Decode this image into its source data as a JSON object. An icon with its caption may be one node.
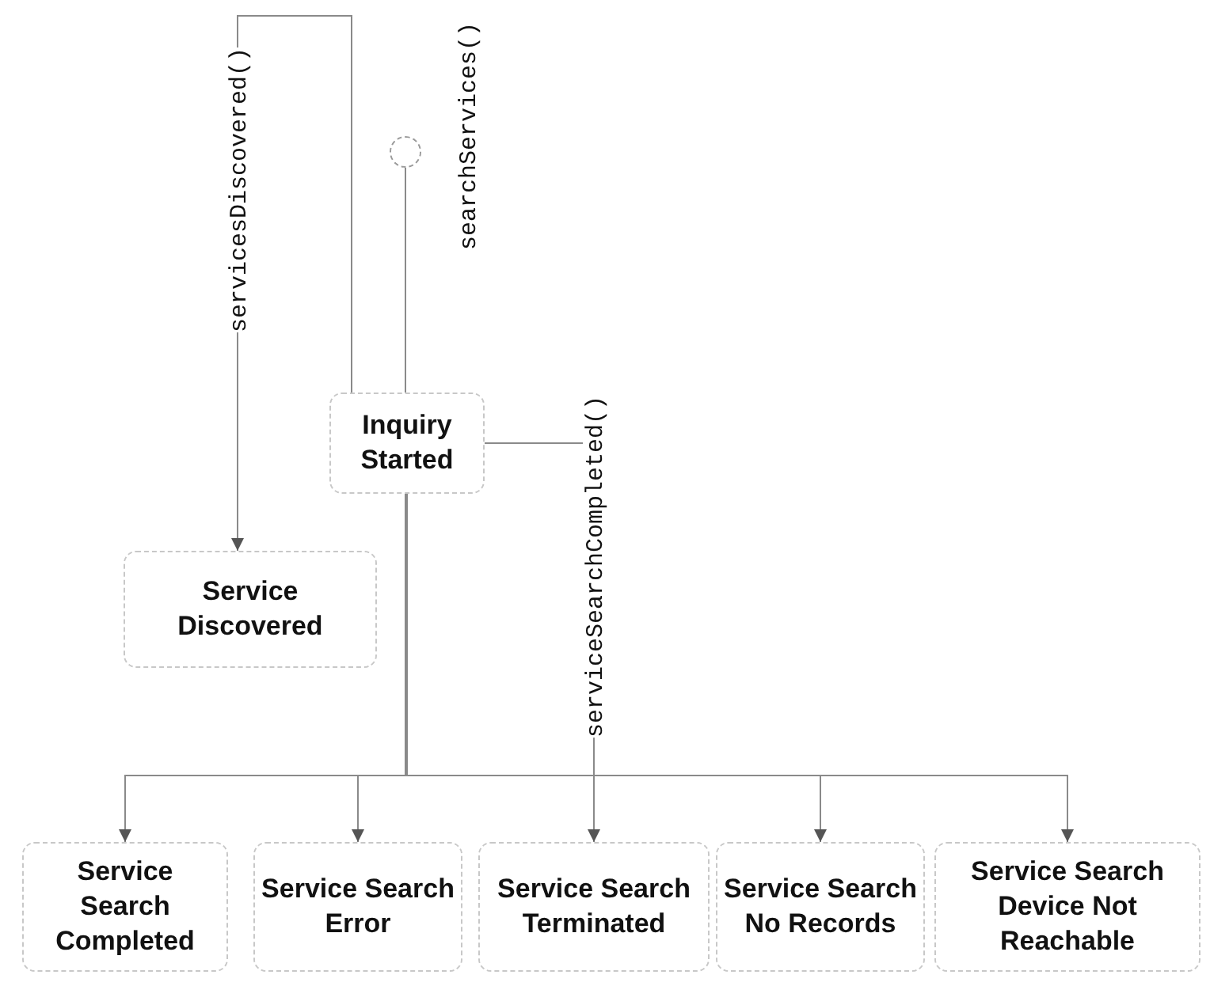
{
  "diagram": {
    "nodes": [
      {
        "text": [],
        "shape": "circle"
      },
      {
        "text": [
          "Inquiry Started"
        ]
      },
      {
        "text": [
          "Service Discovered"
        ]
      },
      {
        "text": [
          "Service Search Completed"
        ]
      },
      {
        "text": [
          "Service Search Error"
        ]
      },
      {
        "text": [
          "Service Search Terminated"
        ]
      },
      {
        "text": [
          "Service Search No Records"
        ]
      },
      {
        "text": [
          "Service Search Device Not Reachable"
        ]
      }
    ],
    "edges": [
      {
        "from": 0,
        "to": 1,
        "arrow": "to",
        "label": "searchServices()"
      },
      {
        "from": 1,
        "to": 2,
        "arrow": "to",
        "label": "servicesDiscovered()"
      },
      {
        "from": 1,
        "to": 3,
        "arrow": "to"
      },
      {
        "from": 1,
        "to": 4,
        "arrow": "to"
      },
      {
        "from": 1,
        "to": 5,
        "arrow": "to",
        "label": "serviceSearchCompleted()"
      },
      {
        "from": 1,
        "to": 6,
        "arrow": "to"
      },
      {
        "from": 1,
        "to": 7,
        "arrow": "to"
      }
    ]
  }
}
